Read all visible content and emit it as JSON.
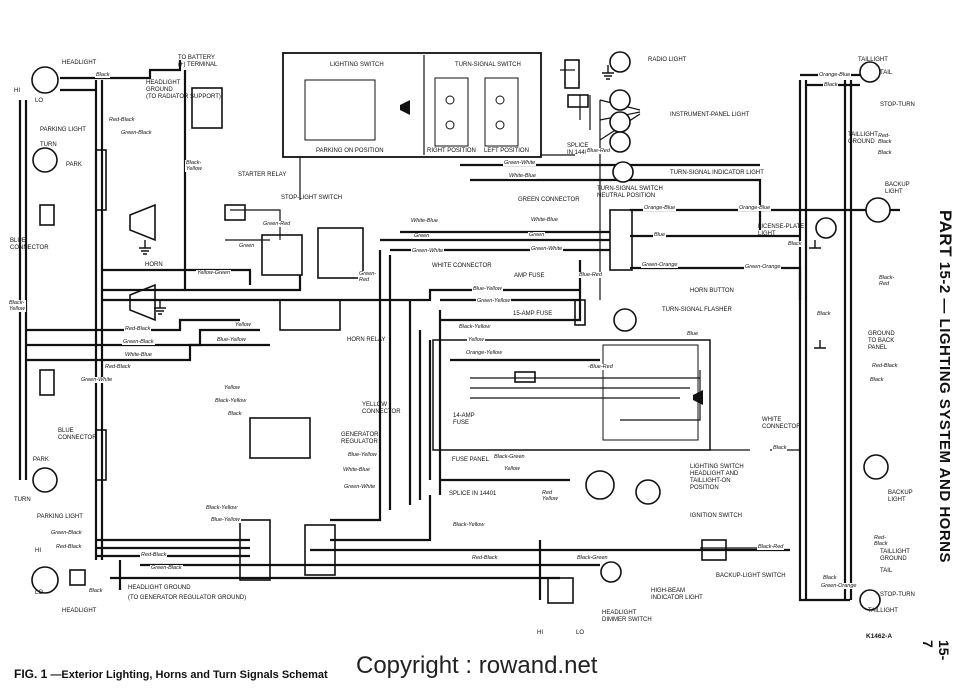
{
  "header": {
    "part_prefix": "PART",
    "part_title": "15-2 — LIGHTING SYSTEM AND HORNS"
  },
  "caption": {
    "fig": "FIG. 1",
    "text": "—Exterior Lighting, Horns and Turn Signals Schemat"
  },
  "watermark": "Copyright : rowand.net",
  "page_number": "15-7",
  "ref_code": "K1462-A",
  "inset": {
    "lighting_switch": "LIGHTING SWITCH",
    "turn_signal_switch": "TURN-SIGNAL SWITCH",
    "parking_on": "PARKING ON POSITION",
    "right_pos": "RIGHT POSITION",
    "left_pos": "LEFT POSITION"
  },
  "components": {
    "headlight_top": "HEADLIGHT",
    "hi": "HI",
    "lo": "LO",
    "parking_light_top": "PARKING LIGHT",
    "turn_top": "TURN",
    "park_top": "PARK",
    "blue_connector_left": "BLUE\nCONNECTOR",
    "horn": "HORN",
    "to_battery": "TO BATTERY\n(+) TERMINAL",
    "headlight_ground_rad": "HEADLIGHT\nGROUND\n(TO RADIATOR SUPPORT)",
    "starter_relay": "STARTER RELAY",
    "stop_light_switch": "STOP-LIGHT SWITCH",
    "horn_relay": "HORN RELAY",
    "yellow_connector": "YELLOW\nCONNECTOR",
    "generator_regulator": "GENERATOR\nREGULATOR",
    "blue_connector_mid": "BLUE\nCONNECTOR",
    "park_bottom": "PARK",
    "turn_bottom": "TURN",
    "parking_light_bottom": "PARKING LIGHT",
    "headlight_bottom": "HEADLIGHT",
    "headlight_ground_gen": "HEADLIGHT GROUND\n(TO GENERATOR REGULATOR GROUND)",
    "radio_light": "RADIO LIGHT",
    "instrument_panel_light": "INSTRUMENT-PANEL LIGHT",
    "splice_14401_top": "SPLICE\nIN 14401",
    "turn_signal_indicator": "TURN-SIGNAL INDICATOR LIGHT",
    "turn_signal_switch_neutral": "TURN-SIGNAL SWITCH\nNEUTRAL POSITION",
    "green_connector": "GREEN CONNECTOR",
    "white_connector_mid": "WHITE CONNECTOR",
    "amp_fuse": "AMP FUSE",
    "horn_button": "HORN BUTTON",
    "fifteen_amp_fuse": "15-AMP FUSE",
    "turn_signal_flasher": "TURN-SIGNAL FLASHER",
    "fourteen_amp_fuse": "14-AMP\nFUSE",
    "fuse_panel": "FUSE PANEL",
    "splice_14401_bottom": "SPLICE IN 14401",
    "lighting_switch_headlight": "LIGHTING SWITCH\nHEADLIGHT AND\nTAILLIGHT-ON\nPOSITION",
    "ignition_switch": "IGNITION SWITCH",
    "high_beam_indicator": "HIGH-BEAM\nINDICATOR LIGHT",
    "headlight_dimmer": "HEADLIGHT\nDIMMER SWITCH",
    "backup_light_switch": "BACKUP-LIGHT SWITCH",
    "taillight_top": "TAILLIGHT",
    "tail_top": "TAIL",
    "stop_turn_top": "STOP-TURN",
    "taillight_ground_top": "TAILLIGHT\nGROUND",
    "backup_light_top": "BACKUP\nLIGHT",
    "license_plate_light": "LICENSE-PLATE\nLIGHT",
    "ground_to_back_panel": "GROUND\nTO BACK\nPANEL",
    "white_connector_right": "WHITE\nCONNECTOR",
    "backup_light_bottom": "BACKUP\nLIGHT",
    "taillight_ground_bottom": "TAILLIGHT\nGROUND",
    "tail_bottom": "TAIL",
    "stop_turn_bottom": "STOP-TURN",
    "taillight_bottom": "TAILLIGHT"
  },
  "wires": {
    "black_1": "Black",
    "red_black_1": "Red-Black",
    "green_black_1": "Green-Black",
    "black_yellow_left": "Black-\nYellow",
    "red_black_2": "Red-Black",
    "green_black_2": "Green-Black",
    "white_blue_1": "White-Blue",
    "red_black_3": "Red-Black",
    "green_white_1": "Green-White",
    "black_yellow_starter": "Black-\nYellow",
    "green_red": "Green-Red",
    "green_1": "Green",
    "yellow_green": "Yellow-Green",
    "yellow_1": "Yellow",
    "blue_yellow_1": "Blue-Yellow",
    "yellow_2": "Yellow",
    "black_yellow_2": "Black-Yellow",
    "black_2": "Black",
    "white_blue_2": "White-Blue",
    "green_2": "Green",
    "green_white_2": "Green-White",
    "green_red_2": "Green-\nRed",
    "blue_yellow_mid": "Blue-Yellow",
    "white_blue_mid": "White-Blue",
    "green_white_mid": "Green-White",
    "black_yellow_3": "Black-Yellow",
    "blue_yellow_3": "Blue-Yellow",
    "green_black_3": "Green-Black",
    "red_black_4": "Red-Black",
    "red_black_5": "Red-Black",
    "green_black_4": "Green-Black",
    "black_3": "Black",
    "green_white_top": "Green-White",
    "white_blue_top": "White-Blue",
    "white_blue_c": "White-Blue",
    "green_c": "Green",
    "green_white_c": "Green-White",
    "blue_red_splice": "Blue-Red",
    "blue_yellow_c": "Blue-Yellow",
    "green_yellow_c": "Green-Yellow",
    "black_yellow_c": "Black-Yellow",
    "yellow_c": "Yellow",
    "orange_yellow_c": "Orange-Yellow",
    "blue_red_c": "Blue-Red",
    "blue_red_fuse": "-Blue-Red",
    "black_green_c": "Black-Green",
    "yellow_c2": "Yellow",
    "black_yellow_c2": "Black-Yellow",
    "red_black_c": "Red-Black",
    "black_green_c2": "Black-Green",
    "red_yellow": "Red\nYellow",
    "orange_blue_1": "Orange-Blue",
    "orange_blue_2": "Orange-Blue",
    "blue_1": "Blue",
    "green_orange_1": "Green-Orange",
    "green_orange_2": "Green-Orange",
    "black_mid": "Black",
    "blue_flasher": "Blue",
    "orange_blue_r": "Orange-Blue",
    "black_r": "Black",
    "red_black_r1": "Red-\nBlack",
    "black_r2": "Black",
    "black_red_r": "Black-\nRed",
    "black_r3": "Black",
    "red_black_r2": "Red-Black",
    "black_r4": "Black",
    "red_black_r3": "Red-\nBlack",
    "black_r5": "Black",
    "green_orange_r": "Green-Orange",
    "black_r6": "Black",
    "black_red_r2": "Black-Red"
  }
}
